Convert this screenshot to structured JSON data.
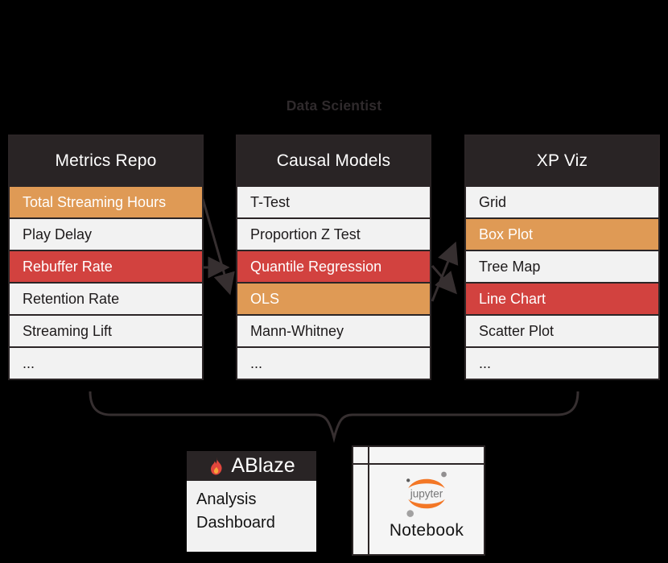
{
  "persona": {
    "label": "Data Scientist"
  },
  "colors": {
    "canvas_background": "#000000",
    "panel_header_bg": "#292425",
    "panel_header_text": "#ffffff",
    "row_bg": "#f2f2f2",
    "row_text": "#1d1a1b",
    "row_border": "#2b2526",
    "highlight_orange": "#df9a55",
    "highlight_red": "#d2423f",
    "highlight_text": "#ffffff",
    "connector": "#362f30",
    "persona_text": "#2f2a2c",
    "jupyter_orange": "#f37726",
    "jupyter_gray": "#767677",
    "flame_red": "#e2463d",
    "flame_inner": "#f6a63b"
  },
  "tables": [
    {
      "id": "metrics-repo",
      "title": "Metrics Repo",
      "rows": [
        {
          "label": "Total Streaming Hours",
          "highlight": "orange"
        },
        {
          "label": "Play Delay",
          "highlight": "none"
        },
        {
          "label": "Rebuffer Rate",
          "highlight": "red"
        },
        {
          "label": "Retention Rate",
          "highlight": "none"
        },
        {
          "label": "Streaming Lift",
          "highlight": "none"
        },
        {
          "label": "...",
          "highlight": "none"
        }
      ]
    },
    {
      "id": "causal-models",
      "title": "Causal Models",
      "rows": [
        {
          "label": "T-Test",
          "highlight": "none"
        },
        {
          "label": "Proportion Z Test",
          "highlight": "none"
        },
        {
          "label": "Quantile Regression",
          "highlight": "red"
        },
        {
          "label": "OLS",
          "highlight": "orange"
        },
        {
          "label": "Mann-Whitney",
          "highlight": "none"
        },
        {
          "label": "...",
          "highlight": "none"
        }
      ]
    },
    {
      "id": "xp-viz",
      "title": "XP Viz",
      "rows": [
        {
          "label": "Grid",
          "highlight": "none"
        },
        {
          "label": "Box Plot",
          "highlight": "orange"
        },
        {
          "label": "Tree Map",
          "highlight": "none"
        },
        {
          "label": "Line Chart",
          "highlight": "red"
        },
        {
          "label": "Scatter Plot",
          "highlight": "none"
        },
        {
          "label": "...",
          "highlight": "none"
        }
      ]
    }
  ],
  "connections": [
    {
      "from": "Total Streaming Hours",
      "to": "OLS"
    },
    {
      "from": "Rebuffer Rate",
      "to": "Quantile Regression"
    },
    {
      "from": "Quantile Regression",
      "to": "Line Chart"
    },
    {
      "from": "OLS",
      "to": "Box Plot"
    }
  ],
  "outputs": {
    "ablaze": {
      "title": "ABlaze",
      "body": "Analysis Dashboard"
    },
    "jupyter": {
      "logo_text": "jupyter",
      "label": "Notebook"
    }
  }
}
